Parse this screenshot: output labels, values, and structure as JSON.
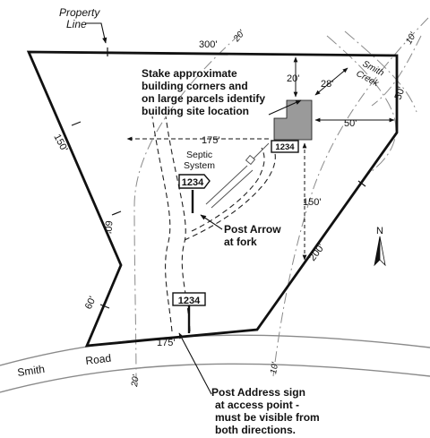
{
  "labels": {
    "property_line_1": "Property",
    "property_line_2": "Line",
    "smith_creek_1": "Smith",
    "smith_creek_2": "Creek",
    "smith_road_1": "Smith",
    "smith_road_2": "Road",
    "septic_1": "Septic",
    "septic_2": "System"
  },
  "dimensions": {
    "top_edge": "300'",
    "left_edge": "150'",
    "left_lower_edge": "60'",
    "left_bottom_edge": "60'",
    "right_edge": "200'",
    "bottom_edge": "175'",
    "building_to_west": "175'",
    "building_to_east": "50'",
    "building_to_north": "20'",
    "building_to_creek": "28'",
    "creek_right": "50'",
    "building_to_south": "150'",
    "contour_top_left": "20'",
    "contour_top_right": "10'",
    "contour_bottom_left": "20'",
    "contour_bottom_right": "10'"
  },
  "address_signs": {
    "house_sign": "1234",
    "fork_sign": "1234",
    "road_sign": "1234"
  },
  "notes": {
    "stake_1": "Stake approximate",
    "stake_2": "building corners and",
    "stake_3": "on large parcels identify",
    "stake_4": "building site location",
    "arrow_1": "Post Arrow",
    "arrow_2": "at fork",
    "address_1": "Post Address sign",
    "address_2": "at access point -",
    "address_3": "must be visible from",
    "address_4": "both directions."
  },
  "compass": {
    "north_label": "N"
  },
  "colors": {
    "building": "#9a9a9a",
    "line": "#111111"
  }
}
